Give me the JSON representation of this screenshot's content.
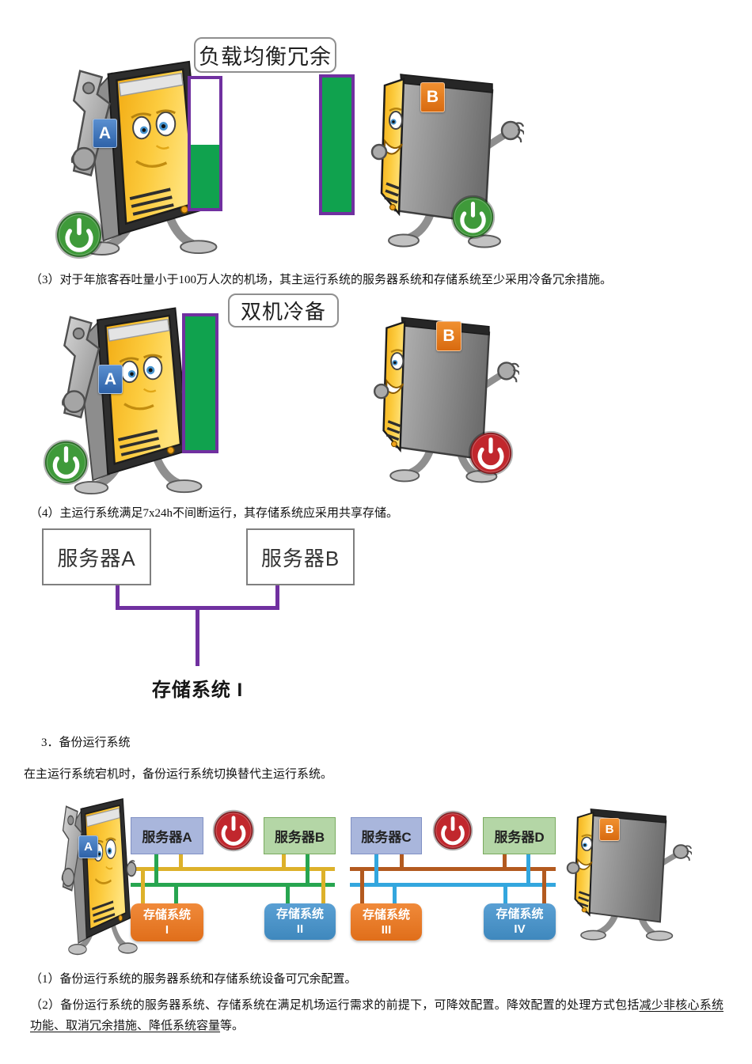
{
  "characters": {
    "label_a": "A",
    "label_b": "B"
  },
  "section_load_balance": {
    "title": "负载均衡冗余",
    "bar_a_fill_percent": 49,
    "bar_b_fill_percent": 100
  },
  "section_cold_standby": {
    "title": "双机冷备",
    "bar_fill_percent": 100
  },
  "paragraphs": {
    "p3": "（3）对于年旅客吞吐量小于100万人次的机场，其主运行系统的服务器系统和存储系统至少采用冷备冗余措施。",
    "p4": "（4）主运行系统满足7x24h不间断运行，其存储系统应采用共享存储。",
    "heading3": "3．备份运行系统",
    "body3": "在主运行系统宕机时，备份运行系统切换替代主运行系统。",
    "p1": "（1）备份运行系统的服务器系统和存储系统设备可冗余配置。",
    "p2_pre": "（2）备份运行系统的服务器系统、存储系统在满足机场运行需求的前提下，可降效配置。降效配置的处理方式包括",
    "p2_underlined": "减少非核心系统功能、取消冗余措施、降低系统容量",
    "p2_post": "等。"
  },
  "diagram_shared_storage": {
    "server_a": "服务器A",
    "server_b": "服务器B",
    "storage_label": "存储系统 I"
  },
  "diagram_backup": {
    "servers": [
      {
        "label": "服务器A"
      },
      {
        "label": "服务器B"
      },
      {
        "label": "服务器C"
      },
      {
        "label": "服务器D"
      }
    ],
    "storages": [
      {
        "name": "存储系统",
        "numeral": "I"
      },
      {
        "name": "存储系统",
        "numeral": "II"
      },
      {
        "name": "存储系统",
        "numeral": "III"
      },
      {
        "name": "存储系统",
        "numeral": "IV"
      }
    ]
  },
  "colors": {
    "redundancy_bar_border": "#7030a0",
    "redundancy_bar_fill": "#10a24e",
    "power_on_green": "#3f9a3a",
    "power_off_red": "#c1272d",
    "connector_purple": "#7030a0",
    "bus_yellow": "#ddb12a",
    "bus_green": "#27a550",
    "bus_brown": "#b35a1f",
    "bus_blue": "#33a6de",
    "server_box_blue": "#a9b6dc",
    "server_box_green": "#b4d6a6",
    "storage_orange": "#e8761f",
    "storage_blue": "#4a94c8"
  }
}
